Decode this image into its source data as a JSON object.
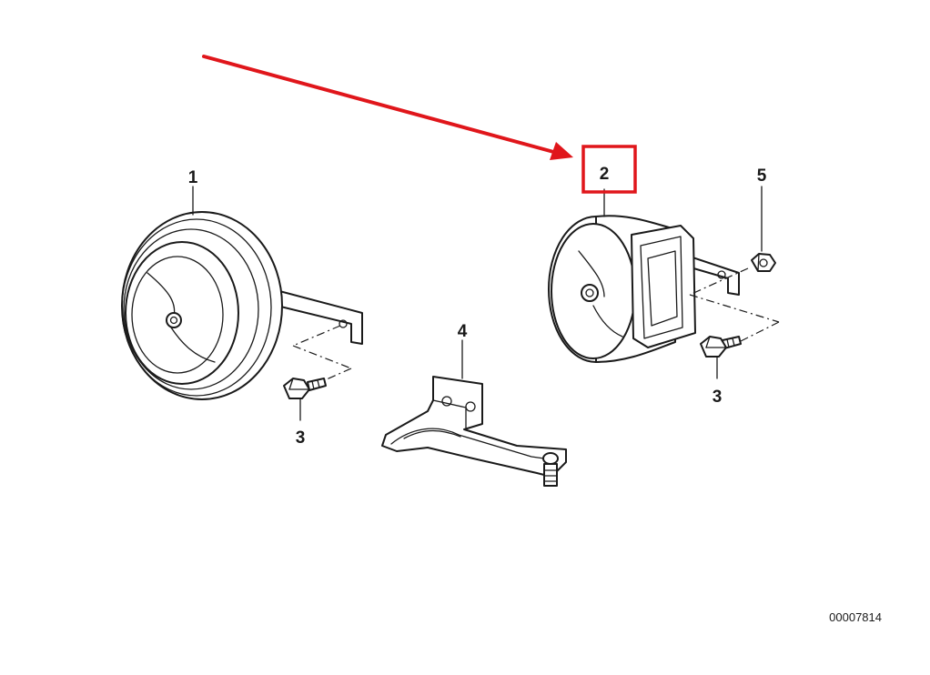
{
  "diagram": {
    "parts": [
      {
        "id": "part-1",
        "label": "1",
        "description": "round horn"
      },
      {
        "id": "part-2",
        "label": "2",
        "description": "trumpet horn"
      },
      {
        "id": "part-3a",
        "label": "3",
        "description": "hex bolt"
      },
      {
        "id": "part-3b",
        "label": "3",
        "description": "hex bolt"
      },
      {
        "id": "part-4",
        "label": "4",
        "description": "bracket"
      },
      {
        "id": "part-5",
        "label": "5",
        "description": "hex nut"
      }
    ],
    "reference_number": "00007814",
    "highlight": {
      "target_label": "2",
      "color": "#e0161b"
    },
    "ink_color": "#1a1a1a"
  }
}
